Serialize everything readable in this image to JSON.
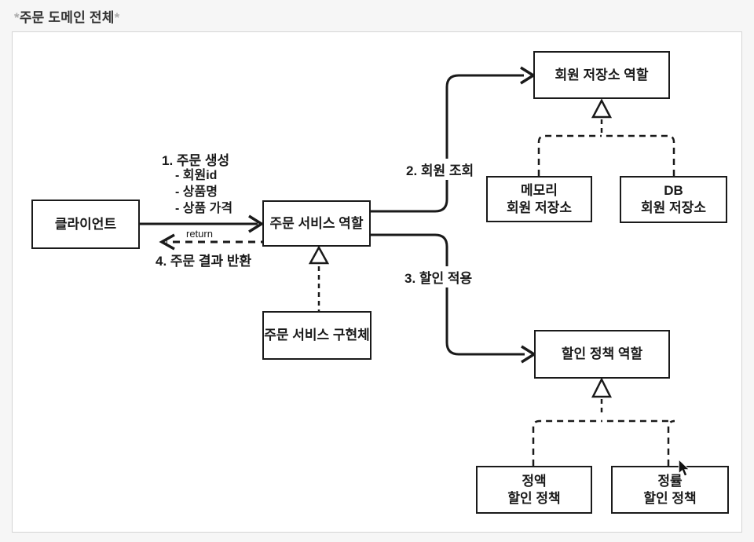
{
  "title": {
    "prefix": "*",
    "text": "주문 도메인 전체",
    "suffix": "*"
  },
  "nodes": {
    "client": {
      "label": "클라이언트"
    },
    "order_service_role": {
      "label": "주문 서비스 역할"
    },
    "order_service_impl": {
      "label": "주문 서비스 구현체"
    },
    "member_repo_role": {
      "label": "회원 저장소 역할"
    },
    "memory_member_repo": {
      "label": "메모리\n회원 저장소"
    },
    "db_member_repo": {
      "label": "DB\n회원 저장소"
    },
    "discount_policy_role": {
      "label": "할인 정책 역할"
    },
    "fixed_discount_policy": {
      "label": "정액\n할인 정책"
    },
    "rate_discount_policy": {
      "label": "정률\n할인 정책"
    }
  },
  "labels": {
    "step1": "1. 주문 생성",
    "step1_params": "- 회원id\n- 상품명\n- 상품 가격",
    "step2": "2. 회원 조회",
    "step3": "3. 할인 적용",
    "step4": "4. 주문 결과 반환",
    "return_note": "return"
  },
  "colors": {
    "line": "#1a1a1a",
    "box_fill": "#ffffff",
    "panel_border": "#d4d4d4",
    "page_bg": "#f6f6f6",
    "title_text": "#333333",
    "asterisk": "#ababab"
  }
}
